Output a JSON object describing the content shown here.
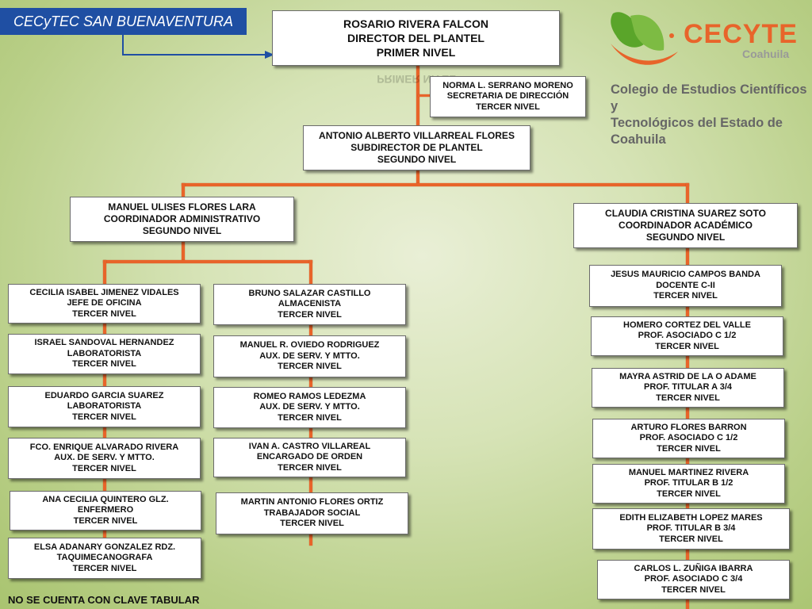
{
  "header": {
    "campus": "CECyTEC  SAN BUENAVENTURA"
  },
  "logo": {
    "brand": "CECYTE",
    "region": "Coahuila",
    "name_line1": "Colegio de Estudios Científicos y",
    "name_line2": "Tecnológicos del Estado de Coahuila",
    "colors": {
      "green": "#5aa52a",
      "orange": "#e8642a"
    }
  },
  "footer": {
    "note": "NO SE CUENTA CON CLAVE TABULAR"
  },
  "colors": {
    "connector": "#e8642a",
    "title_bg": "#1f4fa3"
  },
  "director": {
    "name": "ROSARIO RIVERA FALCON",
    "role": "DIRECTOR DEL PLANTEL",
    "level": "PRIMER NIVEL"
  },
  "secretary": {
    "name": "NORMA L.  SERRANO MORENO",
    "role": "SECRETARIA DE DIRECCIÓN",
    "level": "TERCER NIVEL"
  },
  "subdirector": {
    "name": "ANTONIO ALBERTO VILLARREAL FLORES",
    "role": "SUBDIRECTOR DE PLANTEL",
    "level": "SEGUNDO  NIVEL"
  },
  "admin_coordinator": {
    "name": "MANUEL ULISES FLORES LARA",
    "role": "COORDINADOR ADMINISTRATIVO",
    "level": "SEGUNDO NIVEL"
  },
  "academic_coordinator": {
    "name": "CLAUDIA CRISTINA SUAREZ SOTO",
    "role": "COORDINADOR ACADÉMICO",
    "level": "SEGUNDO NIVEL"
  },
  "admin_left": [
    {
      "name": "CECILIA ISABEL JIMENEZ VIDALES",
      "role": "JEFE DE OFICINA",
      "level": "TERCER NIVEL"
    },
    {
      "name": "ISRAEL SANDOVAL HERNANDEZ",
      "role": "LABORATORISTA",
      "level": "TERCER NIVEL"
    },
    {
      "name": "EDUARDO GARCIA SUAREZ",
      "role": "LABORATORISTA",
      "level": "TERCER NIVEL"
    },
    {
      "name": "FCO. ENRIQUE ALVARADO RIVERA",
      "role": "AUX. DE SERV. Y MTTO.",
      "level": "TERCER NIVEL"
    },
    {
      "name": "ANA CECILIA QUINTERO GLZ.",
      "role": "ENFERMERO",
      "level": "TERCER NIVEL"
    },
    {
      "name": "ELSA ADANARY GONZALEZ RDZ.",
      "role": "TAQUIMECANOGRAFA",
      "level": "TERCER NIVEL"
    }
  ],
  "admin_right": [
    {
      "name": "BRUNO SALAZAR CASTILLO",
      "role": "ALMACENISTA",
      "level": "TERCER NIVEL"
    },
    {
      "name": "MANUEL R. OVIEDO RODRIGUEZ",
      "role": "AUX. DE SERV. Y MTTO.",
      "level": "TERCER NIVEL"
    },
    {
      "name": "ROMEO RAMOS LEDEZMA",
      "role": "AUX. DE SERV. Y MTTO.",
      "level": "TERCER NIVEL"
    },
    {
      "name": "IVAN A. CASTRO VILLAREAL",
      "role": "ENCARGADO DE ORDEN",
      "level": "TERCER NIVEL"
    },
    {
      "name": "MARTIN  ANTONIO FLORES ORTIZ",
      "role": "TRABAJADOR SOCIAL",
      "level": "TERCER NIVEL"
    }
  ],
  "academic": [
    {
      "name": "JESUS MAURICIO CAMPOS BANDA",
      "role": "DOCENTE C-II",
      "level": "TERCER NIVEL"
    },
    {
      "name": "HOMERO CORTEZ DEL VALLE",
      "role": "PROF. ASOCIADO C 1/2",
      "level": "TERCER NIVEL"
    },
    {
      "name": "MAYRA ASTRID DE LA O ADAME",
      "role": "PROF. TITULAR A 3/4",
      "level": "TERCER NIVEL"
    },
    {
      "name": "ARTURO FLORES BARRON",
      "role": "PROF. ASOCIADO C 1/2",
      "level": "TERCER NIVEL"
    },
    {
      "name": "MANUEL MARTINEZ RIVERA",
      "role": "PROF. TITULAR B 1/2",
      "level": "TERCER NIVEL"
    },
    {
      "name": "EDITH ELIZABETH LOPEZ MARES",
      "role": "PROF. TITULAR B 3/4",
      "level": "TERCER NIVEL"
    },
    {
      "name": "CARLOS L. ZUÑIGA IBARRA",
      "role": "PROF. ASOCIADO C 3/4",
      "level": "TERCER NIVEL"
    }
  ]
}
